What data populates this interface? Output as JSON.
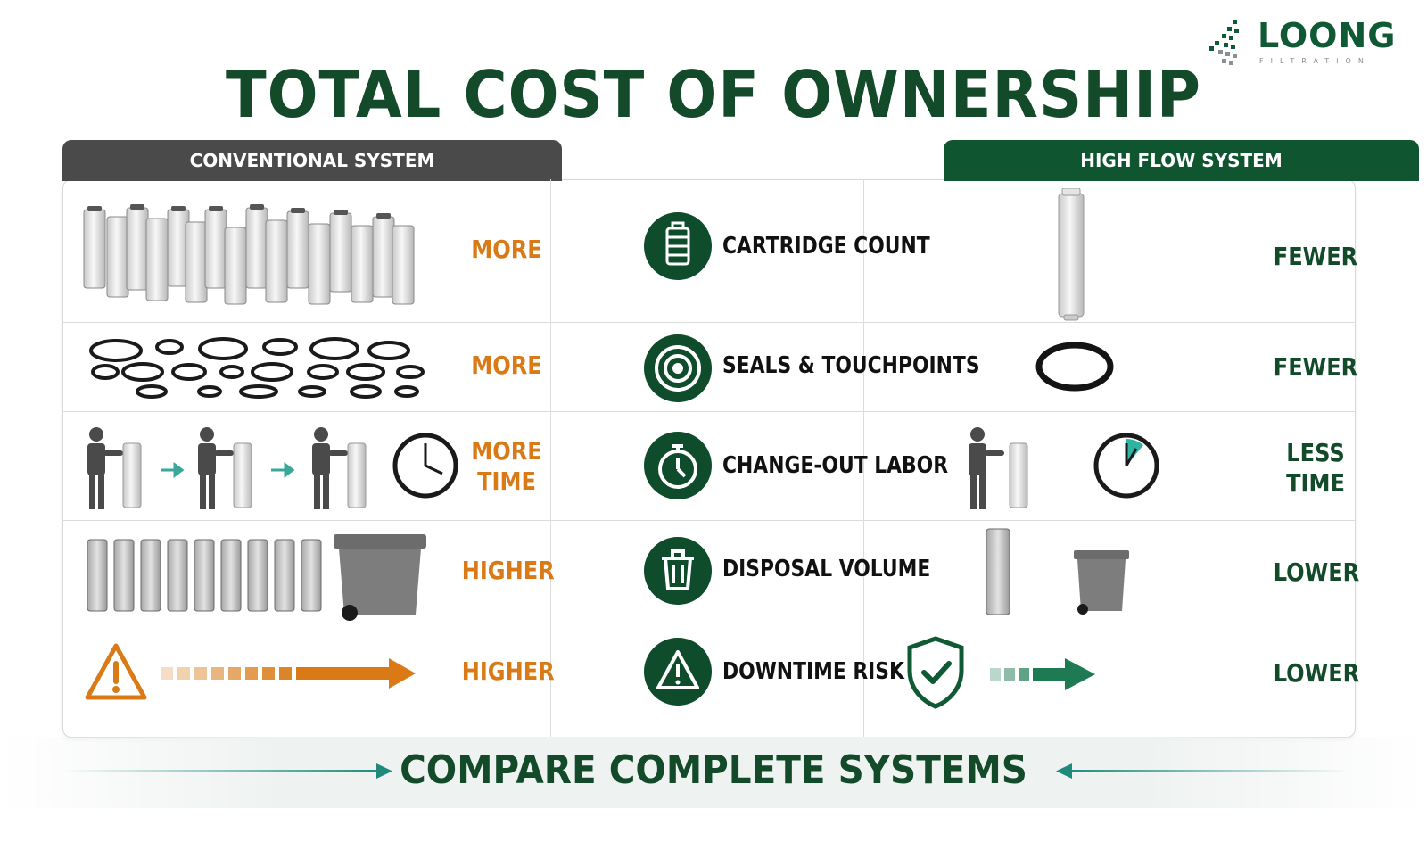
{
  "brand": {
    "name": "LOONG",
    "tagline": "FILTRATION",
    "colors": {
      "primary": "#0f5a34",
      "accent": "#d97a16",
      "dark_header": "#4a4a4a"
    }
  },
  "title": "TOTAL COST OF OWNERSHIP",
  "columns": {
    "left": "CONVENTIONAL SYSTEM",
    "right": "HIGH FLOW SYSTEM"
  },
  "rows": [
    {
      "label": "CARTRIDGE COUNT",
      "icon": "cartridge-icon",
      "left": [
        "MORE"
      ],
      "right": [
        "FEWER"
      ]
    },
    {
      "label": "SEALS & TOUCHPOINTS",
      "icon": "seal-rings-icon",
      "left": [
        "MORE"
      ],
      "right": [
        "FEWER"
      ]
    },
    {
      "label": "CHANGE-OUT LABOR",
      "icon": "stopwatch-icon",
      "left": [
        "MORE",
        "TIME"
      ],
      "right": [
        "LESS",
        "TIME"
      ]
    },
    {
      "label": "DISPOSAL VOLUME",
      "icon": "trash-icon",
      "left": [
        "HIGHER"
      ],
      "right": [
        "LOWER"
      ]
    },
    {
      "label": "DOWNTIME RISK",
      "icon": "warning-icon",
      "left": [
        "HIGHER"
      ],
      "right": [
        "LOWER"
      ]
    }
  ],
  "footer": "COMPARE COMPLETE SYSTEMS"
}
